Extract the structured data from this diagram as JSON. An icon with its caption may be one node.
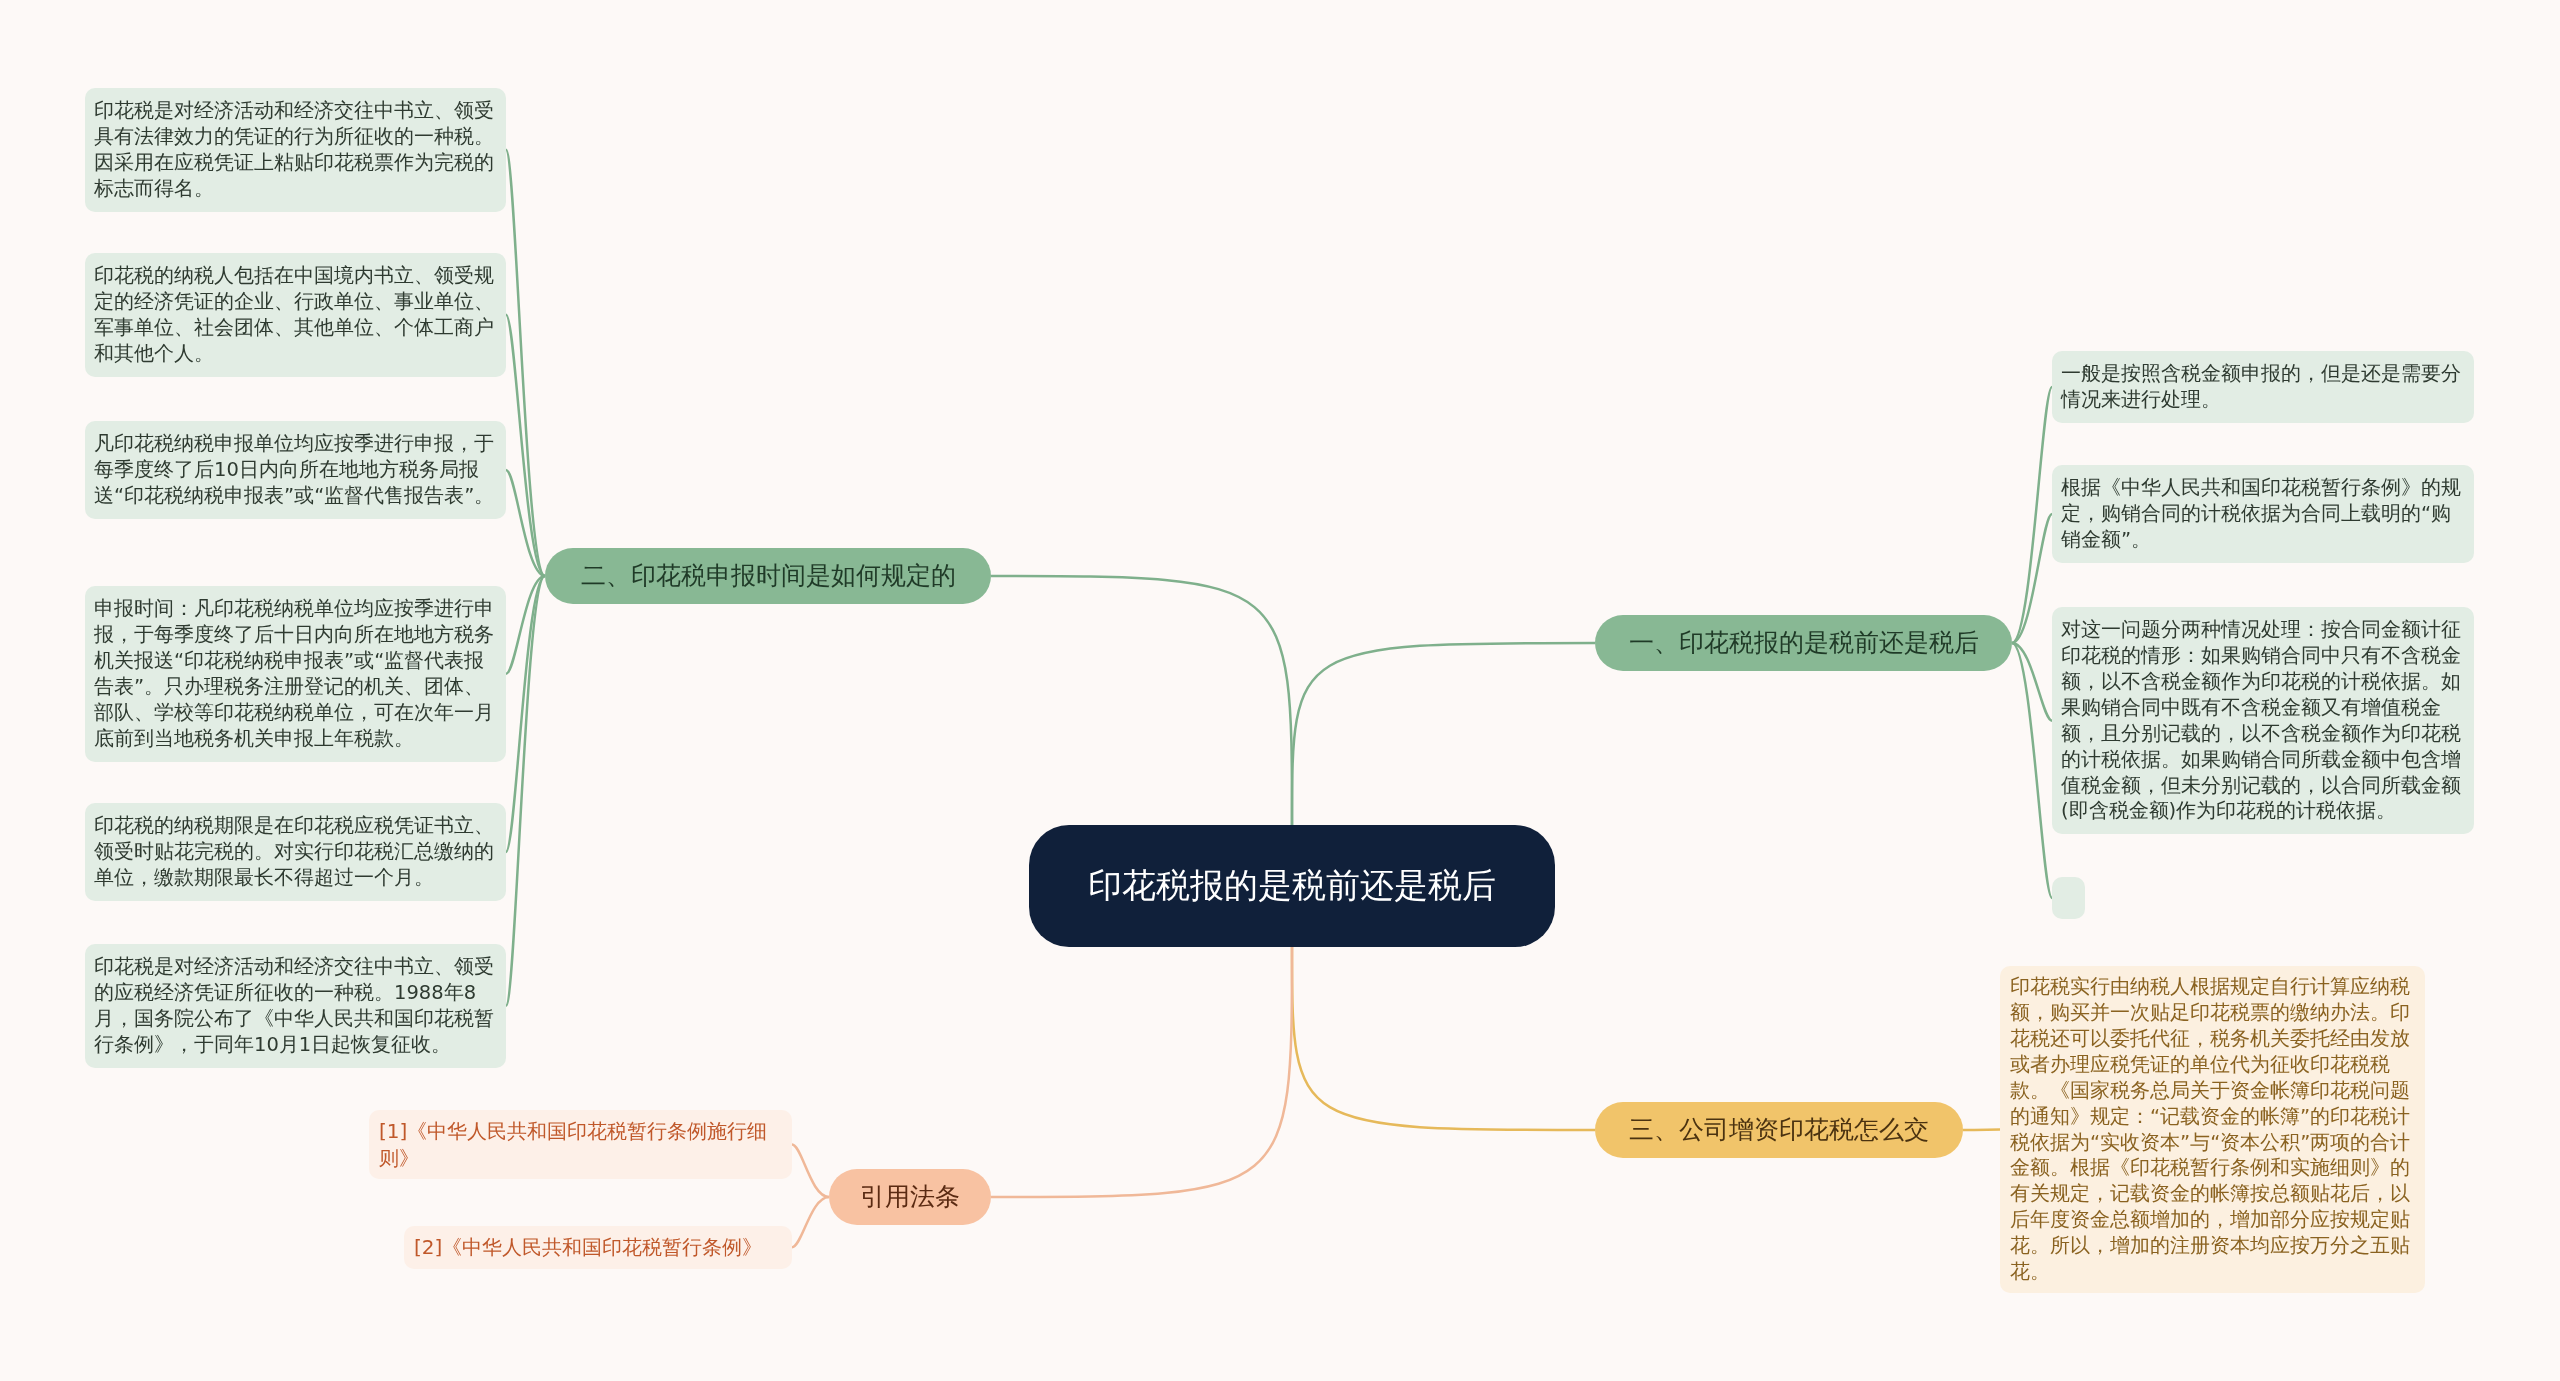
{
  "diagram": {
    "nodes": [
      {
        "text": [
          "印花税报的是税前还是税后"
        ]
      },
      {
        "text": [
          "一、印花税报的是税前还是税后"
        ]
      },
      {
        "text": [
          "一般是按照含税金额申报的，但是还是需要分情况来进行处理。"
        ]
      },
      {
        "text": [
          "根据《中华人民共和国印花税暂行条例》的规定，购销合同的计税依据为合同上载明的“购销金额”。"
        ]
      },
      {
        "text": [
          "对这一问题分两种情况处理：按合同金额计征印花税的情形：如果购销合同中只有不含税金额，以不含税金额作为印花税的计税依据。如果购销合同中既有不含税金额又有增值税金额，且分别记载的，以不含税金额作为印花税的计税依据。如果购销合同所载金额中包含增值税金额，但未分别记载的，以合同所载金额(即含税金额)作为印花税的计税依据。"
        ]
      },
      {
        "text": [],
        "shape": "box"
      },
      {
        "text": [
          "二、印花税申报时间是如何规定的"
        ]
      },
      {
        "text": [
          "印花税是对经济活动和经济交往中书立、领受具有法律效力的凭证的行为所征收的一种税。因采用在应税凭证上粘贴印花税票作为完税的标志而得名。"
        ]
      },
      {
        "text": [
          "印花税的纳税人包括在中国境内书立、领受规定的经济凭证的企业、行政单位、事业单位、军事单位、社会团体、其他单位、个体工商户和其他个人。"
        ]
      },
      {
        "text": [
          "凡印花税纳税申报单位均应按季进行申报，于每季度终了后10日内向所在地地方税务局报送“印花税纳税申报表”或“监督代售报告表”。"
        ]
      },
      {
        "text": [
          "申报时间：凡印花税纳税单位均应按季进行申报，于每季度终了后十日内向所在地地方税务机关报送“印花税纳税申报表”或“监督代表报告表”。只办理税务注册登记的机关、团体、部队、学校等印花税纳税单位，可在次年一月底前到当地税务机关申报上年税款。"
        ]
      },
      {
        "text": [
          "印花税的纳税期限是在印花税应税凭证书立、领受时贴花完税的。对实行印花税汇总缴纳的单位，缴款期限最长不得超过一个月。"
        ]
      },
      {
        "text": [
          "印花税是对经济活动和经济交往中书立、领受的应税经济凭证所征收的一种税。1988年8月，国务院公布了《中华人民共和国印花税暂行条例》，于同年10月1日起恢复征收。"
        ]
      },
      {
        "text": [
          "三、公司增资印花税怎么交"
        ]
      },
      {
        "text": [
          "印花税实行由纳税人根据规定自行计算应纳税额，购买并一次贴足印花税票的缴纳办法。印花税还可以委托代征，税务机关委托经由发放或者办理应税凭证的单位代为征收印花税税款。《国家税务总局关于资金帐簿印花税问题的通知》规定：“记载资金的帐簿”的印花税计税依据为“实收资本”与“资本公积”两项的合计金额。根据《印花税暂行条例和实施细则》的有关规定，记载资金的帐簿按总额贴花后，以后年度资金总额增加的，增加部分应按规定贴花。所以，增加的注册资本均应按万分之五贴花。"
        ]
      },
      {
        "text": [
          "引用法条"
        ]
      },
      {
        "text": [
          "[1]《中华人民共和国印花税暂行条例施行细则》"
        ]
      },
      {
        "text": [
          "[2]《中华人民共和国印花税暂行条例》"
        ]
      }
    ],
    "edges": [
      {
        "from": 0,
        "to": 1,
        "arrow": "none"
      },
      {
        "from": 0,
        "to": 6,
        "arrow": "none"
      },
      {
        "from": 0,
        "to": 13,
        "arrow": "none",
        "color": "#e6b95a"
      },
      {
        "from": 0,
        "to": 15,
        "arrow": "none",
        "color": "#f0b898"
      },
      {
        "from": 1,
        "to": 2,
        "arrow": "none"
      },
      {
        "from": 1,
        "to": 3,
        "arrow": "none"
      },
      {
        "from": 1,
        "to": 4,
        "arrow": "none"
      },
      {
        "from": 1,
        "to": 5,
        "arrow": "none"
      },
      {
        "from": 6,
        "to": 7,
        "arrow": "none"
      },
      {
        "from": 6,
        "to": 8,
        "arrow": "none"
      },
      {
        "from": 6,
        "to": 9,
        "arrow": "none"
      },
      {
        "from": 6,
        "to": 10,
        "arrow": "none"
      },
      {
        "from": 6,
        "to": 11,
        "arrow": "none"
      },
      {
        "from": 6,
        "to": 12,
        "arrow": "none"
      },
      {
        "from": 13,
        "to": 14,
        "arrow": "none",
        "color": "#e6b95a"
      },
      {
        "from": 15,
        "to": 16,
        "arrow": "none",
        "color": "#f0b898"
      },
      {
        "from": 15,
        "to": 17,
        "arrow": "none",
        "color": "#f0b898"
      }
    ]
  }
}
